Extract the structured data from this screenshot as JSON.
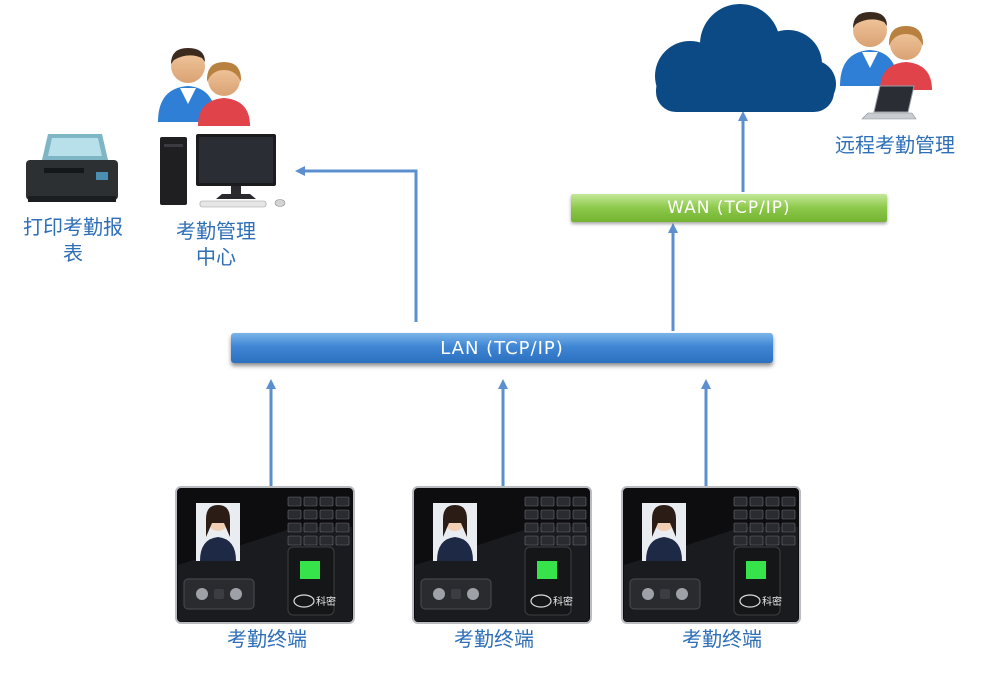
{
  "network": {
    "lan_label": "LAN (TCP/IP)",
    "wan_label": "WAN (TCP/IP)"
  },
  "nodes": {
    "print_report": "打印考勤报表",
    "management_center_line1": "考勤管理",
    "management_center_line2": "中心",
    "remote_management": "远程考勤管理"
  },
  "terminals": [
    {
      "label": "考勤终端",
      "brand": "科密"
    },
    {
      "label": "考勤终端",
      "brand": "科密"
    },
    {
      "label": "考勤终端",
      "brand": "科密"
    }
  ],
  "colors": {
    "arrow": "#5b8fcf",
    "label_text": "#2e6fb8",
    "cloud": "#0c4a86",
    "lan_bar": "#3f86d4",
    "wan_bar": "#8cc84a"
  }
}
